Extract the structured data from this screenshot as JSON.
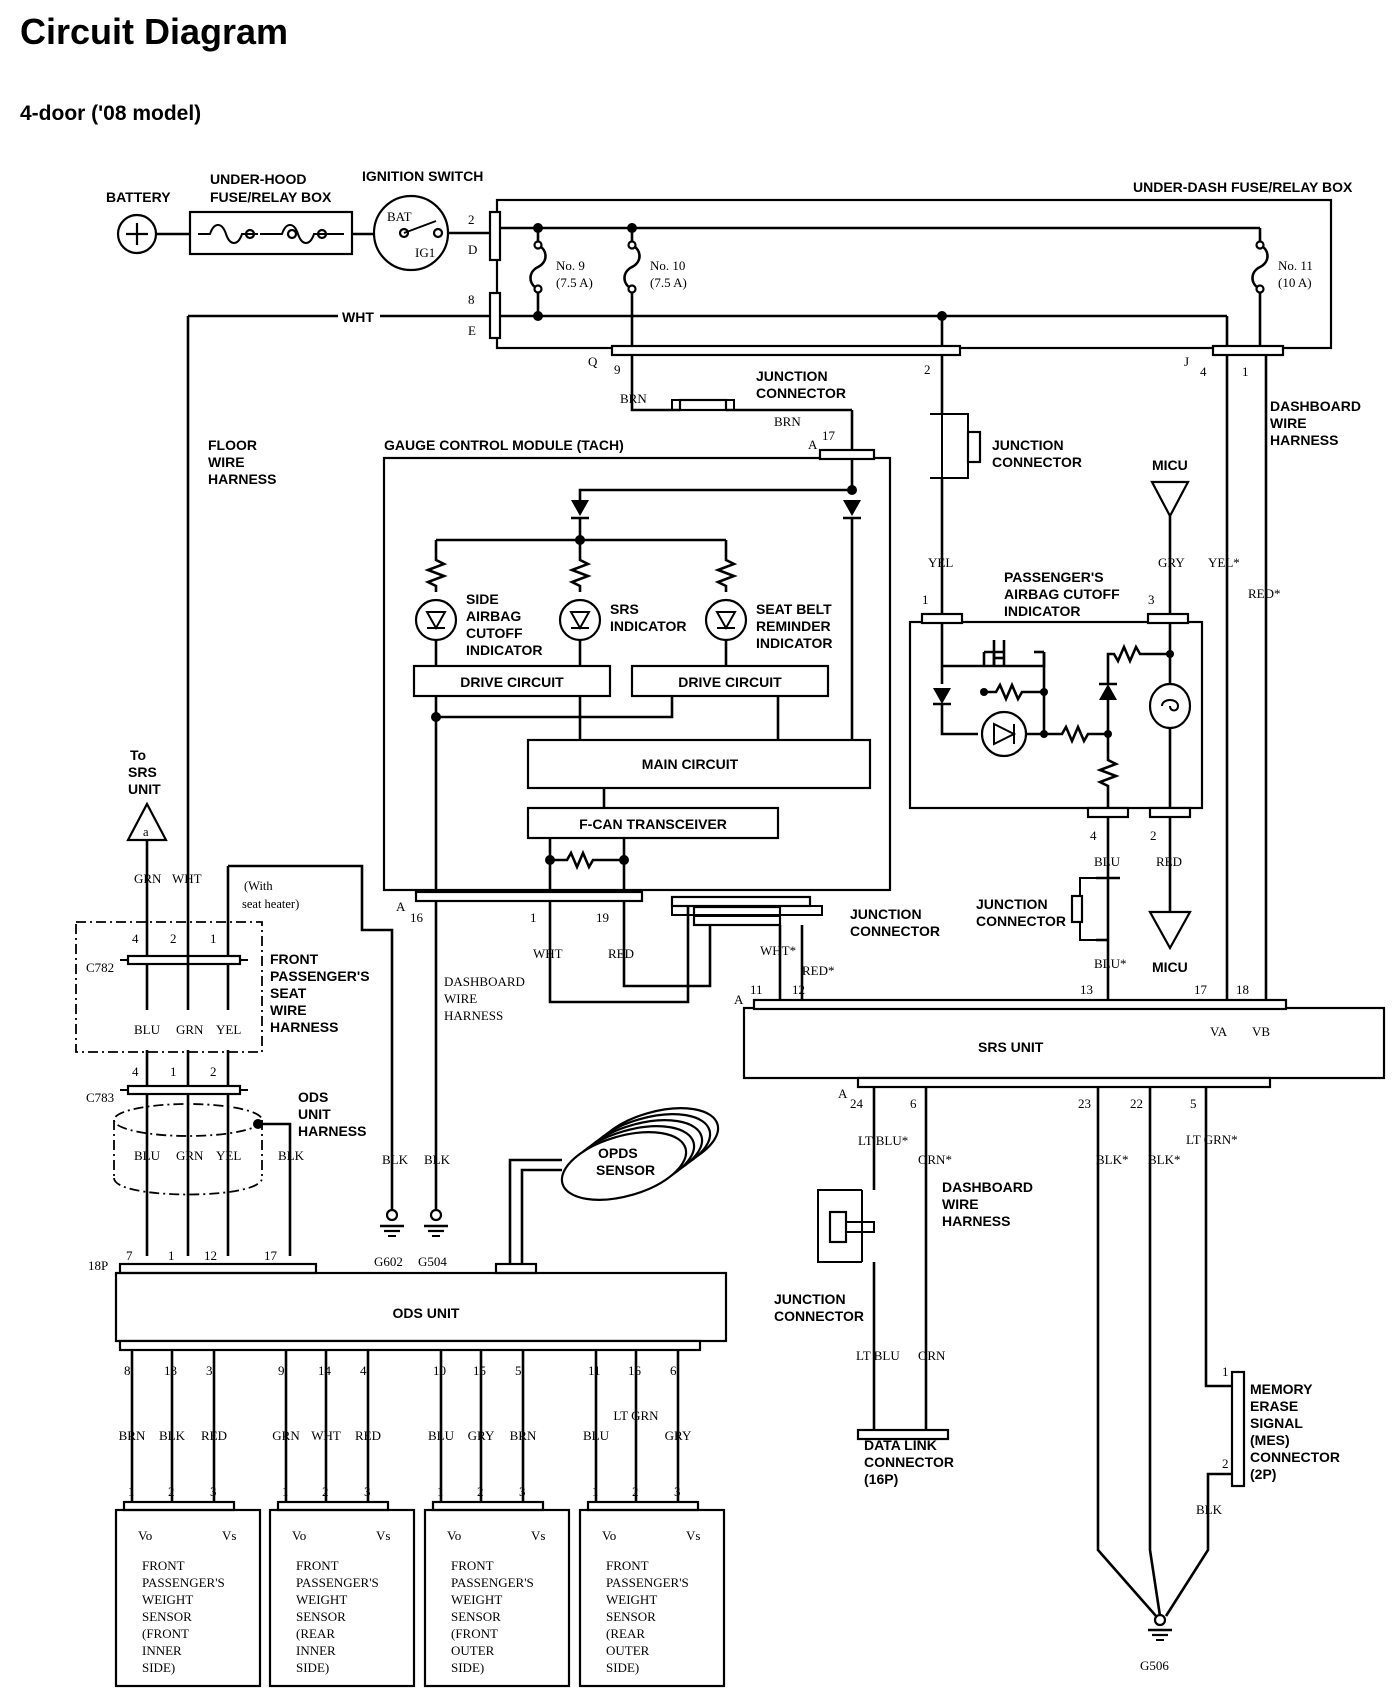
{
  "title": "Circuit Diagram",
  "subtitle": "4-door ('08 model)",
  "power": {
    "battery": "BATTERY",
    "underhood_fuse_box": [
      "UNDER-HOOD",
      "FUSE/RELAY BOX"
    ],
    "ignition_switch": "IGNITION SWITCH",
    "ign_bat": "BAT",
    "ign_ig1": "IG1",
    "underdash_fuse_box": "UNDER-DASH FUSE/RELAY BOX",
    "fuse9": [
      "No. 9",
      "(7.5 A)"
    ],
    "fuse10": [
      "No. 10",
      "(7.5 A)"
    ],
    "fuse11": [
      "No. 11",
      "(10 A)"
    ],
    "pin_2": "2",
    "pin_d": "D",
    "pin_8": "8",
    "pin_e": "E",
    "wht": "WHT",
    "pin_q": "Q",
    "pin_q9": "9",
    "pin_j": "J",
    "pin_j4": "4",
    "pin_j1": "1",
    "pin_2b": "2",
    "brn1": "BRN",
    "brn2": "BRN"
  },
  "junction_connectors": {
    "top": [
      "JUNCTION",
      "CONNECTOR"
    ],
    "right": [
      "JUNCTION",
      "CONNECTOR"
    ],
    "middle": [
      "JUNCTION",
      "CONNECTOR"
    ],
    "blu": [
      "JUNCTION",
      "CONNECTOR"
    ],
    "lower": [
      "JUNCTION",
      "CONNECTOR"
    ]
  },
  "harness": {
    "floor": [
      "FLOOR",
      "WIRE",
      "HARNESS"
    ],
    "dashboard_right": [
      "DASHBOARD",
      "WIRE",
      "HARNESS"
    ],
    "dashboard_mid": [
      "DASHBOARD",
      "WIRE",
      "HARNESS"
    ],
    "dashboard_lower": [
      "DASHBOARD",
      "WIRE",
      "HARNESS"
    ],
    "seat": [
      "FRONT",
      "PASSENGER'S",
      "SEAT",
      "WIRE",
      "HARNESS"
    ],
    "ods": [
      "ODS",
      "UNIT",
      "HARNESS"
    ]
  },
  "gauge": {
    "label": "GAUGE CONTROL MODULE (TACH)",
    "pin_a": "A",
    "pin_17": "17",
    "side_airbag": [
      "SIDE",
      "AIRBAG",
      "CUTOFF",
      "INDICATOR"
    ],
    "srs_indicator": [
      "SRS",
      "INDICATOR"
    ],
    "seat_belt": [
      "SEAT BELT",
      "REMINDER",
      "INDICATOR"
    ],
    "drive1": "DRIVE CIRCUIT",
    "drive2": "DRIVE CIRCUIT",
    "main": "MAIN CIRCUIT",
    "fcan": "F-CAN TRANSCEIVER",
    "pin_a2": "A",
    "pin_16": "16",
    "pin_1": "1",
    "pin_19": "19",
    "wht": "WHT",
    "red": "RED"
  },
  "passenger_indicator": {
    "label": [
      "PASSENGER'S",
      "AIRBAG CUTOFF",
      "INDICATOR"
    ],
    "micu_top": "MICU",
    "yel": "YEL",
    "gry": "GRY",
    "yel_star": "YEL*",
    "red_star": "RED*",
    "pin1": "1",
    "pin3": "3",
    "pin4": "4",
    "pin2": "2",
    "blu": "BLU",
    "red": "RED",
    "blu_star": "BLU*",
    "micu_bottom": "MICU"
  },
  "srs": {
    "label": "SRS UNIT",
    "to_srs": [
      "To",
      "SRS",
      "UNIT"
    ],
    "a_marker": "a",
    "va": "VA",
    "vb": "VB",
    "wht_star": "WHT*",
    "red_star": "RED*",
    "pin_a": "A",
    "pin_11": "11",
    "pin_12": "12",
    "pin_13": "13",
    "pin_17": "17",
    "pin_18": "18",
    "pin_a2": "A",
    "pin_24": "24",
    "pin_6": "6",
    "pin_23": "23",
    "pin_22": "22",
    "pin_5": "5",
    "ltblu_star": "LT BLU*",
    "orn_star": "ORN*",
    "blk_star1": "BLK*",
    "blk_star2": "BLK*",
    "ltgrn_star": "LT GRN*",
    "ltblu": "LT BLU",
    "orn": "ORN",
    "dlc": [
      "DATA LINK",
      "CONNECTOR",
      "(16P)"
    ],
    "mes": [
      "MEMORY",
      "ERASE",
      "SIGNAL",
      "(MES)",
      "CONNECTOR",
      "(2P)"
    ],
    "mes_pin1": "1",
    "mes_pin2": "2",
    "blk": "BLK",
    "ground": "G506"
  },
  "seat_area": {
    "grn": "GRN",
    "wht": "WHT",
    "with_heater": [
      "(With",
      "seat heater)"
    ],
    "c782": "C782",
    "c783": "C783",
    "p4": "4",
    "p2": "2",
    "p1": "1",
    "blu": "BLU",
    "grn2": "GRN",
    "yel": "YEL",
    "q4": "4",
    "q1": "1",
    "q2": "2",
    "blu2": "BLU",
    "grn3": "GRN",
    "yel2": "YEL",
    "blk": "BLK",
    "blk2": "BLK",
    "blk3": "BLK",
    "g602": "G602",
    "g504": "G504"
  },
  "ods": {
    "label": "ODS UNIT",
    "opds": [
      "OPDS",
      "SENSOR"
    ],
    "p18": "18P",
    "top_pins": [
      "7",
      "1",
      "12",
      "17"
    ],
    "bottom_pins": [
      "8",
      "13",
      "3",
      "9",
      "14",
      "4",
      "10",
      "15",
      "5",
      "11",
      "16",
      "6"
    ],
    "bottom_colors": [
      "BRN",
      "BLK",
      "RED",
      "GRN",
      "WHT",
      "RED",
      "BLU",
      "GRY",
      "BRN",
      "BLU",
      "LT GRN",
      "GRY"
    ]
  },
  "sensors": [
    {
      "vo": "Vo",
      "vs": "Vs",
      "pins": [
        "1",
        "2",
        "3"
      ],
      "name": [
        "FRONT",
        "PASSENGER'S",
        "WEIGHT",
        "SENSOR",
        "(FRONT",
        "INNER",
        "SIDE)"
      ]
    },
    {
      "vo": "Vo",
      "vs": "Vs",
      "pins": [
        "1",
        "2",
        "3"
      ],
      "name": [
        "FRONT",
        "PASSENGER'S",
        "WEIGHT",
        "SENSOR",
        "(REAR",
        "INNER",
        "SIDE)"
      ]
    },
    {
      "vo": "Vo",
      "vs": "Vs",
      "pins": [
        "1",
        "2",
        "3"
      ],
      "name": [
        "FRONT",
        "PASSENGER'S",
        "WEIGHT",
        "SENSOR",
        "(FRONT",
        "OUTER",
        "SIDE)"
      ]
    },
    {
      "vo": "Vo",
      "vs": "Vs",
      "pins": [
        "1",
        "2",
        "3"
      ],
      "name": [
        "FRONT",
        "PASSENGER'S",
        "WEIGHT",
        "SENSOR",
        "(REAR",
        "OUTER",
        "SIDE)"
      ]
    }
  ]
}
